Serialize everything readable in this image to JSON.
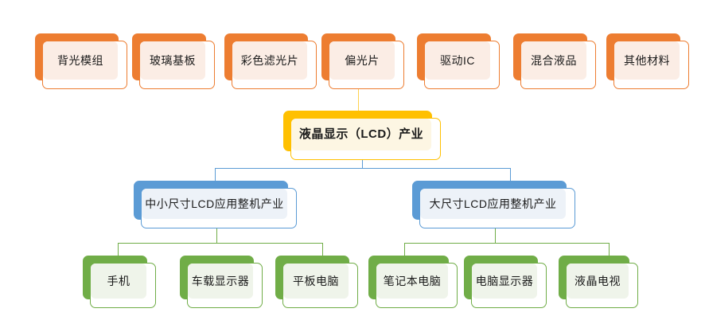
{
  "diagram": {
    "title": "LCD industry chain diagram",
    "colors": {
      "materials": "#ED7D31",
      "core": "#FFC000",
      "applications": "#5B9BD5",
      "products": "#70AD47"
    },
    "tiers": {
      "materials": {
        "name": "materials-tier",
        "nodes": [
          {
            "label": "背光模组"
          },
          {
            "label": "玻璃基板"
          },
          {
            "label": "彩色滤光片"
          },
          {
            "label": "偏光片"
          },
          {
            "label": "驱动IC"
          },
          {
            "label": "混合液品"
          },
          {
            "label": "其他材料"
          }
        ]
      },
      "core": {
        "name": "core-tier",
        "nodes": [
          {
            "label": "液晶显示（LCD）产业"
          }
        ]
      },
      "applications": {
        "name": "applications-tier",
        "nodes": [
          {
            "label": "中小尺寸LCD应用整机产业"
          },
          {
            "label": "大尺寸LCD应用整机产业"
          }
        ]
      },
      "products": {
        "name": "products-tier",
        "nodes": [
          {
            "label": "手机"
          },
          {
            "label": "车载显示器"
          },
          {
            "label": "平板电脑"
          },
          {
            "label": "笔记本电脑"
          },
          {
            "label": "电脑显示器"
          },
          {
            "label": "液晶电视"
          }
        ]
      }
    }
  }
}
